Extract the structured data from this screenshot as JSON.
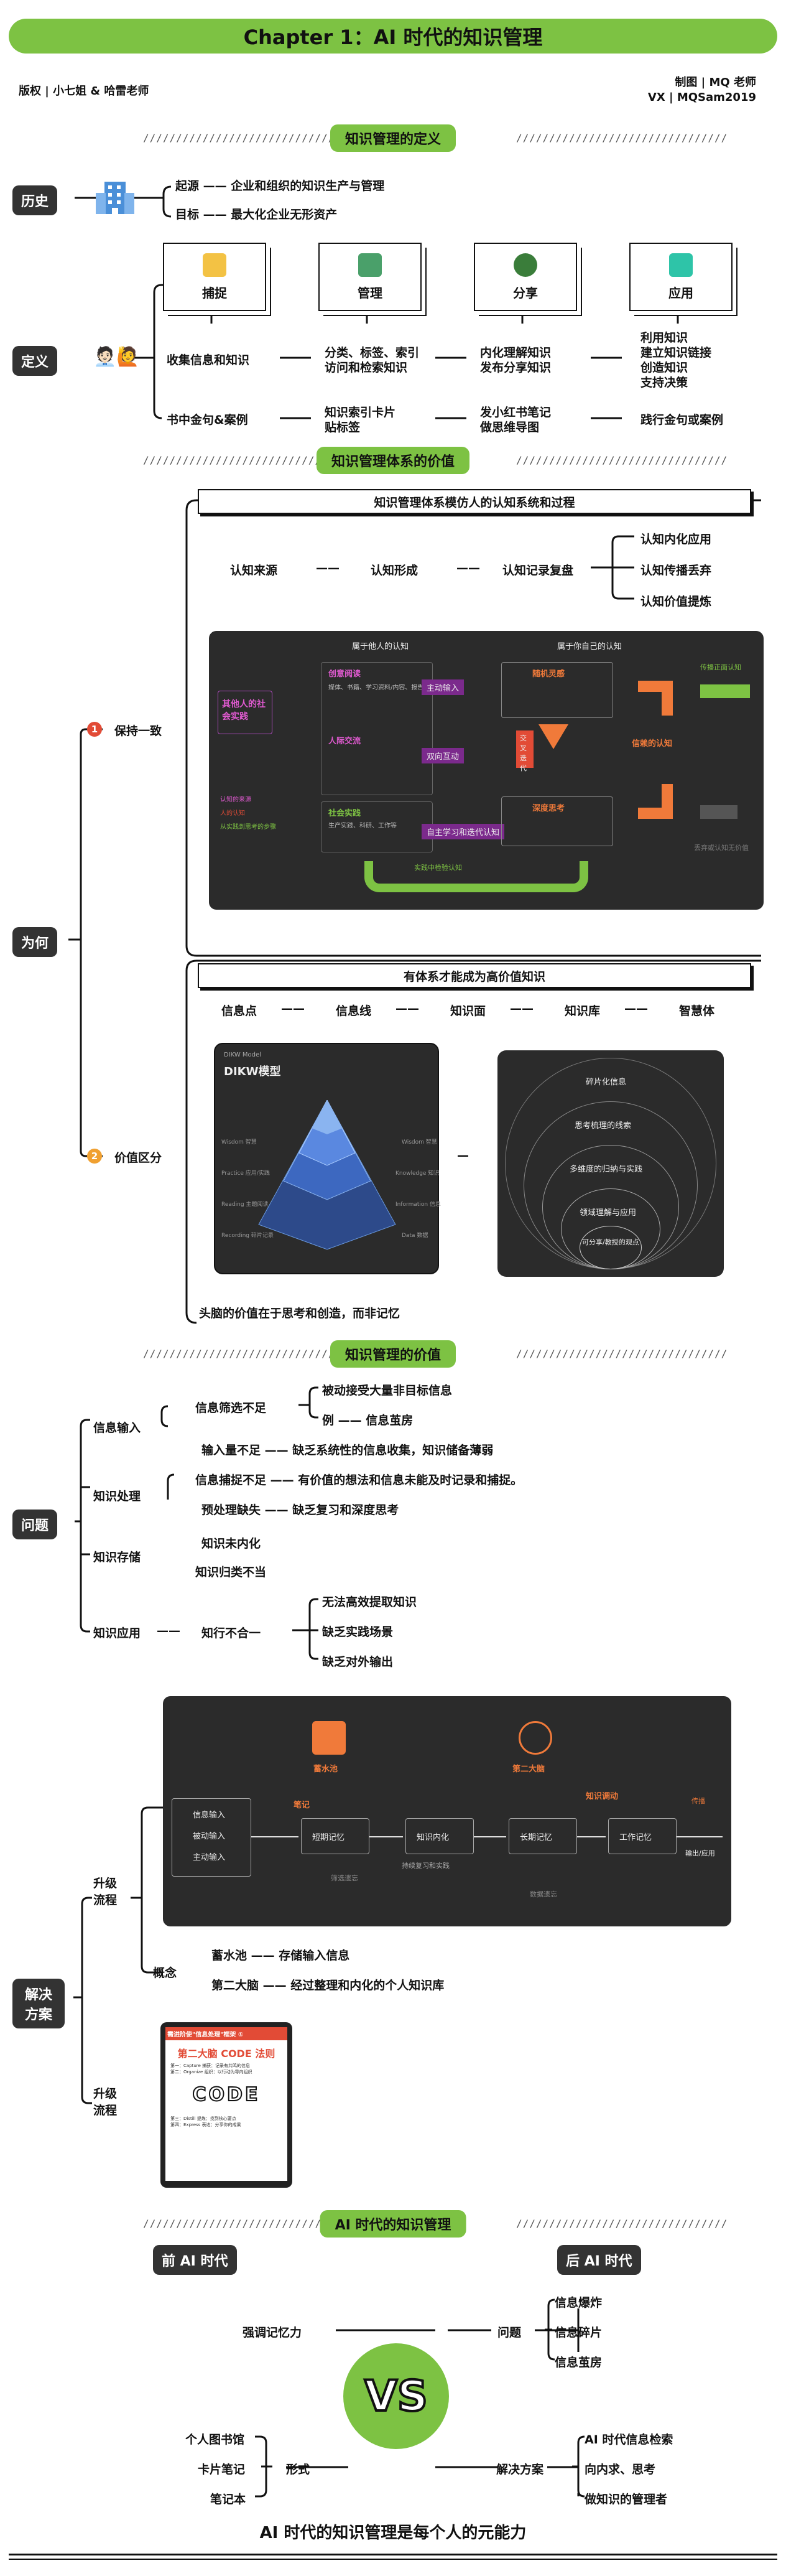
{
  "header": {
    "title": "Chapter 1：AI 时代的知识管理",
    "copyright": "版权 | 小七姐 & 哈雷老师",
    "maker": "制图 | MQ 老师",
    "vx": "VX | MQSam2019"
  },
  "sec1": {
    "title": "知识管理的定义",
    "slashes": "////////////////////////////////"
  },
  "history": {
    "tag": "历史",
    "origin": "起源 —— 企业和组织的知识生产与管理",
    "goal": "目标 —— 最大化企业无形资产"
  },
  "definition": {
    "tag": "定义",
    "cards": [
      "捕捉",
      "管理",
      "分享",
      "应用"
    ],
    "row1": [
      "收集信息和知识",
      "分类、标签、索引",
      "访问和检索知识",
      "内化理解知识",
      "发布分享知识",
      "利用知识",
      "建立知识链接",
      "创造知识",
      "支持决策"
    ],
    "row2": [
      "书中金句&案例",
      "知识索引卡片",
      "贴标签",
      "发小红书笔记",
      "做思维导图",
      "践行金句或案例"
    ]
  },
  "sec2": {
    "title": "知识管理体系的价值"
  },
  "why": {
    "tag": "为何",
    "p1": "保持一致",
    "p2": "价值区分",
    "n1": "1",
    "n2": "2"
  },
  "system": {
    "head": "知识管理体系模仿人的认知系统和过程",
    "chain": [
      "认知来源",
      "认知形成",
      "认知记录复盘"
    ],
    "chain_res": [
      "认知内化应用",
      "认知传播丢弃",
      "认知价值提炼"
    ]
  },
  "cog": {
    "left_top": "属于他人的认知",
    "right_top": "属于你自己的认知",
    "others": "其他人的社会实践",
    "r1": "创意阅读",
    "r1d": "媒体、书籍、学习资料/内容、报告、课程等",
    "r2": "人际交流",
    "r3": "社会实践",
    "r3d": "生产实践、科研、工作等",
    "input": "主动输入",
    "thought": "随机灵感",
    "interact": "双向互动",
    "loop": "交叉迭代",
    "deep": "深度思考",
    "trusted": "信赖的认知",
    "output": "传播正面认知",
    "discard": "丢弃或认知无价值",
    "cycle": "自主学习和迭代认知",
    "cycle2": "实践中检验认知",
    "legend": [
      "认知的来源",
      "人的认知",
      "从实践到思考的步骤"
    ]
  },
  "dikw": {
    "head": "有体系才能成为高价值知识",
    "chain": [
      "信息点",
      "信息线",
      "知识面",
      "知识库",
      "智慧体"
    ],
    "panel_title": "DIKW模型",
    "panel_sub": "DIKW Model",
    "levels": [
      "Wisdom 智慧",
      "Knowledge 知识",
      "Information 信息",
      "Data 数据"
    ],
    "layers": [
      "Wisdom 智慧",
      "Practice 应用/实践",
      "Reading 主题阅读",
      "Recording 碎片记录"
    ],
    "rings": [
      "碎片化信息",
      "思考梳理的线索",
      "多维度的归纳与实践",
      "领域理解与应用",
      "可分享/教授的观点"
    ],
    "foot": "头脑的价值在于思考和创造，而非记忆"
  },
  "sec3": {
    "title": "知识管理的价值"
  },
  "problem": {
    "tag": "问题",
    "input": "信息输入",
    "process": "知识处理",
    "store": "知识存储",
    "apply": "知识应用",
    "i1": "信息筛选不足",
    "i1a": "被动接受大量非目标信息",
    "i1b": "例 —— 信息茧房",
    "i2": "输入量不足 —— 缺乏系统性的信息收集，知识储备薄弱",
    "p1": "信息捕捉不足 —— 有价值的想法和信息未能及时记录和捕捉。",
    "p2": "预处理缺失 —— 缺乏复习和深度思考",
    "s1": "知识未内化",
    "s2": "知识归类不当",
    "a1": "知行不合一",
    "a1a": "无法高效提取知识",
    "a1b": "缺乏实践场景",
    "a1c": "缺乏对外输出"
  },
  "solution": {
    "tag": "解决方案",
    "upgrade": "升级流程",
    "concept": "概念",
    "c1": "蓄水池 —— 存储输入信息",
    "c2": "第二大脑 —— 经过整理和内化的个人知识库",
    "upgrade2": "升级流程",
    "flow": {
      "pool": "蓄水池",
      "brain": "第二大脑",
      "inputs": [
        "信息输入",
        "被动输入",
        "主动输入"
      ],
      "note": "笔记",
      "short": "短期记忆",
      "internal": "知识内化",
      "long": "长期记忆",
      "work": "工作记忆",
      "out": "输出/应用",
      "act": "知识调动",
      "spread": "传播",
      "filter": "筛选遗忘",
      "review": "持续复习和实践",
      "decay": "数据遗忘"
    },
    "book": {
      "banner": "需进阶使\"信息处理\"框架 ①",
      "title": "第二大脑 CODE 法则",
      "code": "CODE",
      "lines": [
        "第一：Capture 捕获：记录有共鸣的信息",
        "第二：Organize 组织：以行动为导向组织",
        "第三：Distill 提炼：找到核心要点",
        "第四：Express 表达：分享你的成果"
      ]
    }
  },
  "sec4": {
    "title": "AI 时代的知识管理"
  },
  "ai": {
    "pre": "前 AI 时代",
    "post": "后 AI 时代",
    "vs": "VS",
    "left1": "强调记忆力",
    "left_form": "形式",
    "left_items": [
      "个人图书馆",
      "卡片笔记",
      "笔记本"
    ],
    "right_q": "问题",
    "right_q_items": [
      "信息爆炸",
      "信息碎片",
      "信息茧房"
    ],
    "right_s": "解决方案",
    "right_s_items": [
      "AI 时代信息检索",
      "向内求、思考",
      "做知识的管理者"
    ]
  },
  "footer": "AI 时代的知识管理是每个人的元能力",
  "colors": {
    "green": "#7dc243",
    "red": "#e24b36",
    "orange": "#f0a030",
    "purple": "#7b2a8c",
    "dark": "#2b2b2b"
  }
}
